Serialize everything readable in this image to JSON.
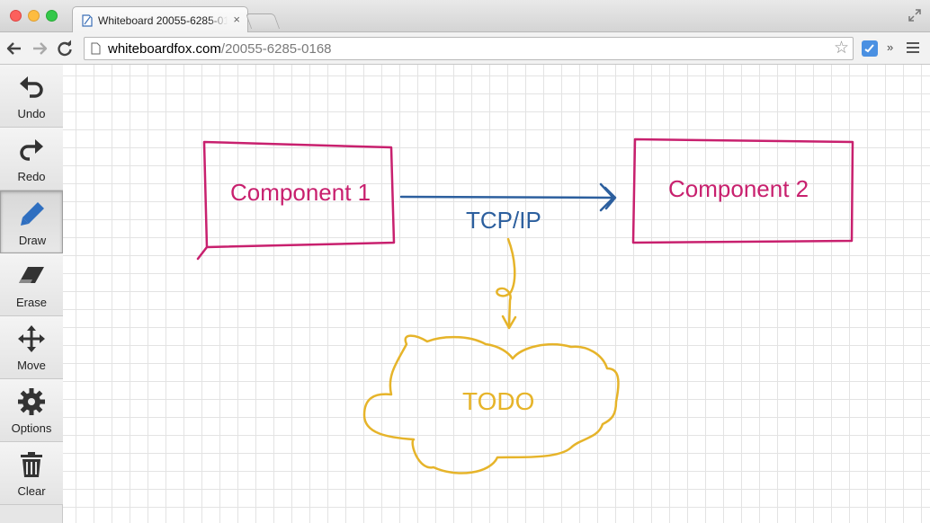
{
  "browser": {
    "tab_title": "Whiteboard 20055-6285-0168",
    "tab_close": "×",
    "url_host": "whiteboardfox.com",
    "url_path": "/20055-6285-0168",
    "bookmark_icon": "star-icon",
    "overflow_label": "»"
  },
  "tools": [
    {
      "label": "Undo",
      "icon": "undo-icon"
    },
    {
      "label": "Redo",
      "icon": "redo-icon"
    },
    {
      "label": "Draw",
      "icon": "pencil-icon",
      "active": true
    },
    {
      "label": "Erase",
      "icon": "eraser-icon"
    },
    {
      "label": "Move",
      "icon": "move-icon"
    },
    {
      "label": "Options",
      "icon": "gear-icon"
    },
    {
      "label": "Clear",
      "icon": "trash-icon"
    }
  ],
  "drawing": {
    "component1": "Component 1",
    "component2": "Component 2",
    "link_label": "TCP/IP",
    "cloud_label": "TODO",
    "colors": {
      "box": "#c8206e",
      "arrow": "#2c5f9e",
      "note": "#e6b42a"
    }
  }
}
